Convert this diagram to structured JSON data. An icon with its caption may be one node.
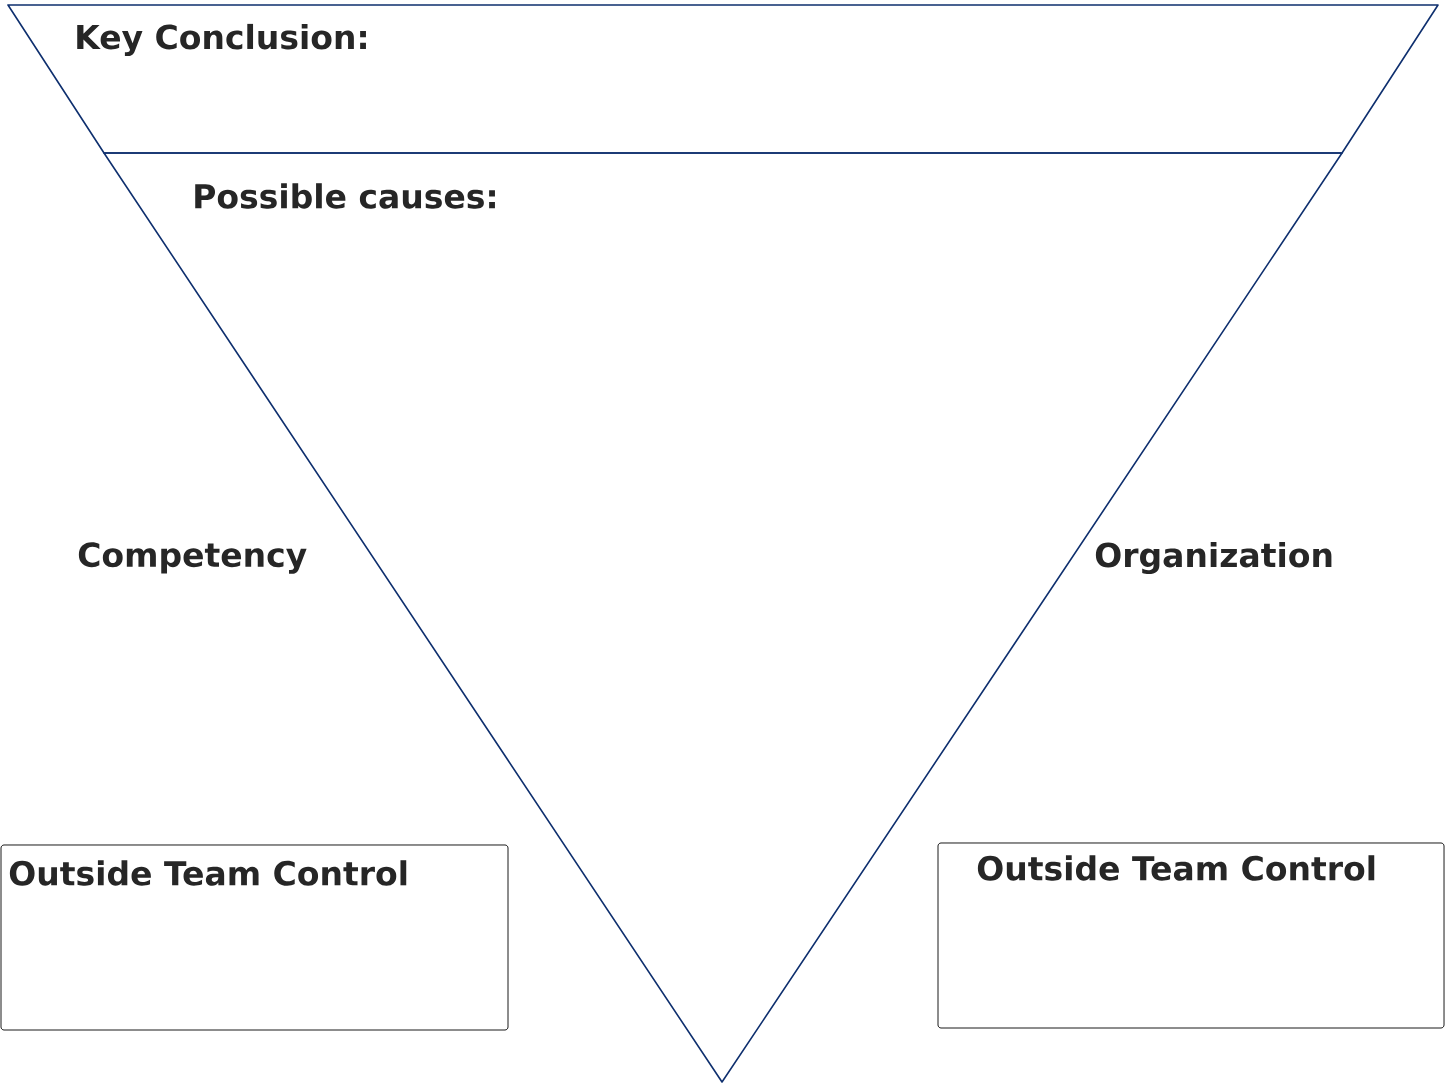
{
  "diagram": {
    "nodes": [
      {
        "text": [
          "Key Conclusion:"
        ]
      },
      {
        "text": [
          "Possible causes:"
        ]
      },
      {
        "text": [
          "Outside Team Control"
        ]
      },
      {
        "text": [
          "Outside Team Control"
        ]
      }
    ],
    "labels": [
      "Competency",
      "Organization"
    ]
  }
}
